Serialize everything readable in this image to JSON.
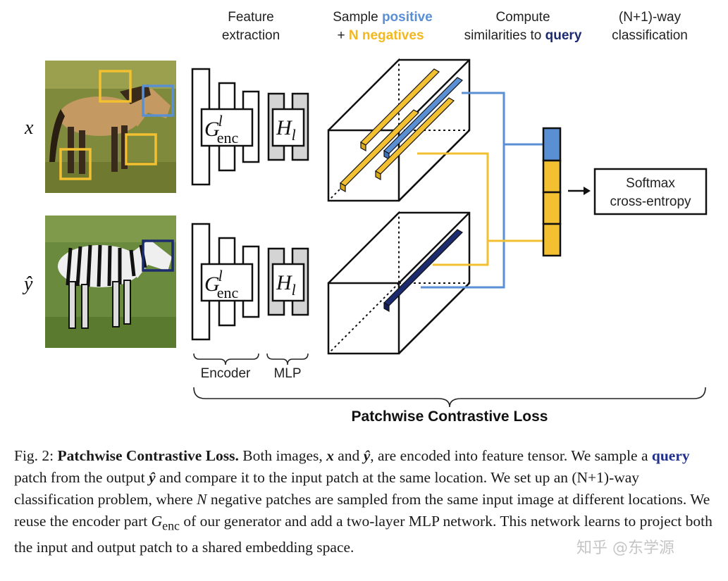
{
  "headers": {
    "feature_extraction": [
      "Feature",
      "extraction"
    ],
    "sample": {
      "prefix": "Sample ",
      "positive": "positive",
      "plus": "+ ",
      "negatives": "N negatives"
    },
    "compute": {
      "line1": "Compute",
      "line2_prefix": "similarities to ",
      "query": "query"
    },
    "classification": [
      "(N+1)-way",
      "classification"
    ]
  },
  "inputs": {
    "x_label": "x",
    "y_label": "ŷ"
  },
  "blocks": {
    "encoder_symbol": "G",
    "encoder_sup": "l",
    "encoder_sub": "enc",
    "mlp_symbol": "H",
    "mlp_sub": "l"
  },
  "brackets": {
    "encoder": "Encoder",
    "mlp": "MLP",
    "overall": "Patchwise Contrastive Loss"
  },
  "softmax": {
    "line1": "Softmax",
    "line2": "cross-entropy"
  },
  "colors": {
    "positive": "#5b8fd4",
    "negative": "#f2c030",
    "query": "#1c2a6e",
    "mlp_fill": "#d4d4d4"
  },
  "caption": {
    "fig_label": "Fig. 2: ",
    "title": "Patchwise Contrastive Loss.",
    "t1": " Both images, ",
    "x": "x",
    "t2": " and ",
    "y": "ŷ",
    "t3": ", are encoded into feature tensor. We sample a ",
    "query": "query",
    "t4": " patch from the output ",
    "y2": "ŷ",
    "t5": " and compare it to the input patch at the same location. We set up an (N+1)-way classification problem, where ",
    "n": "N",
    "t6": " negative patches are sampled from the same input image at different locations. We reuse the encoder part ",
    "genc": "G",
    "genc_sub": "enc",
    "t7": " of our generator and add a two-layer MLP network. This network learns to project both the input and output patch to a shared embedding space."
  },
  "watermark": "知乎 @东学源"
}
